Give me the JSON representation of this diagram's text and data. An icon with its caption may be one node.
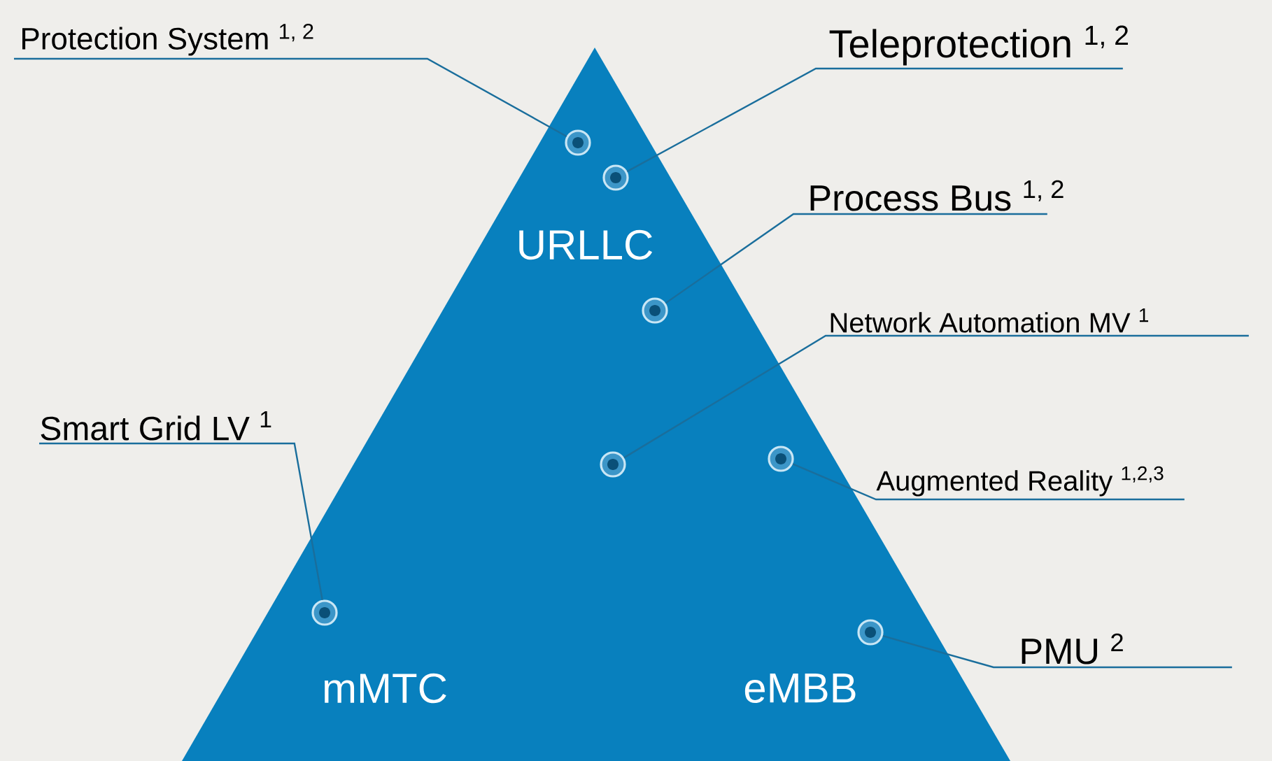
{
  "diagram": {
    "nodes": [
      {
        "text": [
          "URLLC",
          "mMTC",
          "eMBB"
        ]
      },
      {
        "text": [
          "Protection System $^{1, 2}$"
        ]
      },
      {
        "text": [
          "Teleprotection $^{1, 2}$"
        ]
      },
      {
        "text": [
          "Process Bus $^{1, 2}$"
        ]
      },
      {
        "text": [
          "Network Automation MV $^{1}$"
        ]
      },
      {
        "text": [
          "Smart Grid LV $^{1}$"
        ]
      },
      {
        "text": [
          "Augmented Reality $^{1,2,3}$"
        ]
      },
      {
        "text": [
          "PMU $^{2}$"
        ]
      },
      {
        "text": [],
        "shape": "circle",
        "in": 0
      },
      {
        "text": [],
        "shape": "circle",
        "in": 0
      },
      {
        "text": [],
        "shape": "circle",
        "in": 0
      },
      {
        "text": [],
        "shape": "circle",
        "in": 0
      },
      {
        "text": [],
        "shape": "circle",
        "in": 0
      },
      {
        "text": [],
        "shape": "circle",
        "in": 0
      },
      {
        "text": [],
        "shape": "circle",
        "in": 0
      }
    ],
    "edges": [
      {
        "from": 1,
        "to": 8,
        "arrow": "none"
      },
      {
        "from": 2,
        "to": 9,
        "arrow": "none"
      },
      {
        "from": 3,
        "to": 10,
        "arrow": "none"
      },
      {
        "from": 4,
        "to": 11,
        "arrow": "none"
      },
      {
        "from": 5,
        "to": 13,
        "arrow": "none"
      },
      {
        "from": 6,
        "to": 12,
        "arrow": "none"
      },
      {
        "from": 7,
        "to": 14,
        "arrow": "none"
      }
    ]
  }
}
